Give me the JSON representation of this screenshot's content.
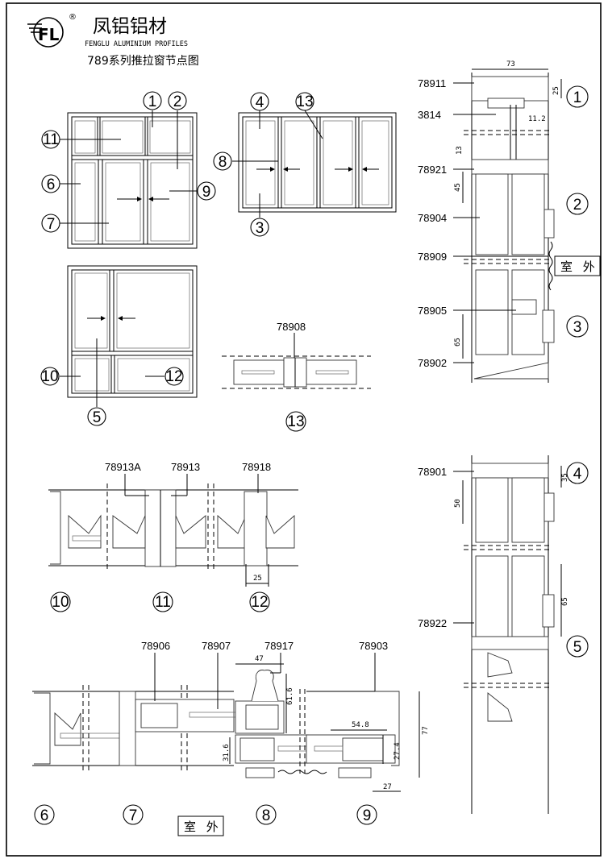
{
  "header": {
    "brand_cn": "凤铝铝材",
    "brand_en": "FENGLU ALUMINIUM PROFILES",
    "drawing_title": "789系列推拉窗节点图",
    "registered_mark": "®",
    "logo_letters": "FL"
  },
  "node_numbers": [
    "1",
    "2",
    "3",
    "4",
    "5",
    "6",
    "7",
    "8",
    "9",
    "10",
    "11",
    "12",
    "13"
  ],
  "outside_label": "室 外",
  "section_labels": {
    "d13": "78908",
    "d10_12": [
      "78913A",
      "78913",
      "78918"
    ],
    "bottom": [
      "78906",
      "78907",
      "78917",
      "78903"
    ],
    "right": [
      "78911",
      "3814",
      "78921",
      "78904",
      "78909",
      "78905",
      "78902",
      "78901",
      "78922"
    ]
  },
  "dimensions": {
    "d12": "25",
    "bottom": [
      "47",
      "61.6",
      "54.8",
      "77",
      "27.4",
      "31.6",
      "27"
    ],
    "right": [
      "73",
      "25",
      "11.2",
      "13",
      "45",
      "65",
      "35",
      "50",
      "65"
    ]
  }
}
